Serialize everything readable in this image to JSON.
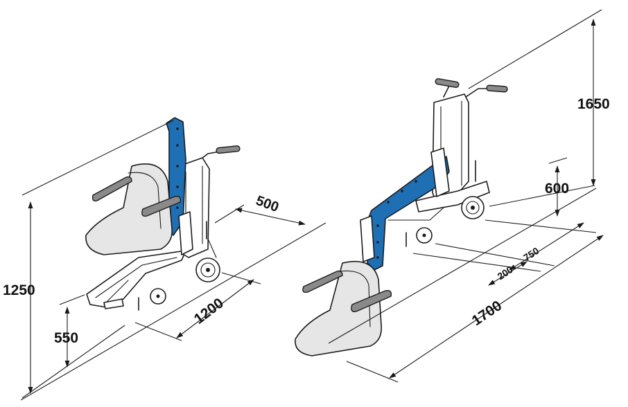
{
  "diagram": {
    "accent_color": "#1f6fb5",
    "dimensions": {
      "overall_height_lowered": "1250",
      "seat_height": "550",
      "length_lowered": "1200",
      "width": "500",
      "overall_height_raised": "1650",
      "lift_height": "600",
      "reach": "750",
      "offset": "200",
      "length_raised": "1700"
    }
  }
}
